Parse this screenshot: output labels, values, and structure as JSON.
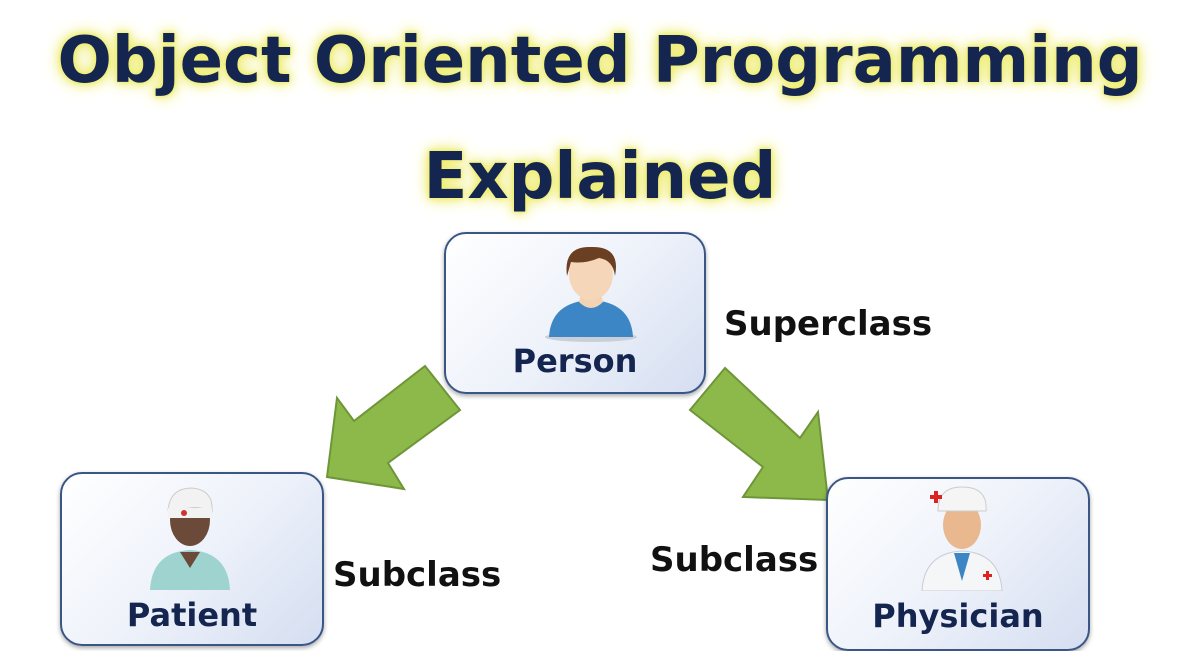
{
  "title": {
    "line1": "Object Oriented Programming",
    "line2": "Explained"
  },
  "nodes": {
    "superclass": {
      "label": "Person",
      "icon": "person-icon"
    },
    "subclass_left": {
      "label": "Patient",
      "icon": "patient-icon"
    },
    "subclass_right": {
      "label": "Physician",
      "icon": "physician-icon"
    }
  },
  "labels": {
    "superclass": "Superclass",
    "subclass_left": "Subclass",
    "subclass_right": "Subclass"
  },
  "colors": {
    "title": "#14254f",
    "title_glow": "#eceb5e",
    "arrow": "#8db84a",
    "box_border": "#3a5685"
  }
}
